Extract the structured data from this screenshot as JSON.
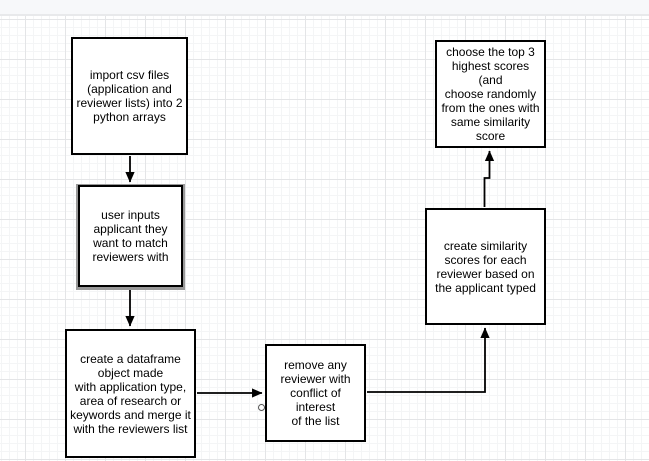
{
  "app": {
    "topbar_text": ""
  },
  "diagram": {
    "nodes": [
      {
        "id": "import-csv",
        "label": "import csv files\n(application and\nreviewer lists) into 2\npython arrays"
      },
      {
        "id": "user-input",
        "label": "user inputs\napplicant they\nwant to match\nreviewers with"
      },
      {
        "id": "create-dataframe",
        "label": "create a dataframe\nobject made\nwith application type,\narea of research or\nkeywords and merge it\nwith the reviewers list"
      },
      {
        "id": "remove-conflict",
        "label": "remove any\nreviewer with\nconflict of interest\nof the list"
      },
      {
        "id": "similarity-scores",
        "label": "create similarity\nscores for each\nreviewer based on\nthe applicant typed"
      },
      {
        "id": "choose-top3",
        "label": "choose the top 3\nhighest scores (and\nchoose randomly\nfrom the ones with\nsame similarity\nscore"
      }
    ],
    "edges": [
      {
        "from": "import-csv",
        "to": "user-input",
        "arrow": "filled-triangle"
      },
      {
        "from": "user-input",
        "to": "create-dataframe",
        "arrow": "filled-triangle"
      },
      {
        "from": "create-dataframe",
        "to": "remove-conflict",
        "arrow": "filled-triangle"
      },
      {
        "from": "remove-conflict",
        "to": "similarity-scores",
        "arrow": "filled-triangle"
      },
      {
        "from": "similarity-scores",
        "to": "choose-top3",
        "arrow": "filled-triangle"
      }
    ]
  },
  "colors": {
    "node_border": "#000000",
    "node_fill": "#ffffff",
    "node_text": "#000000",
    "selected_node_shadow": "#999999",
    "edge_stroke": "#000000",
    "grid_minor": "#f4f5f6",
    "grid_major": "#e4e5e7",
    "topbar_bg": "#f7f8fa",
    "canvas_bg": "#ffffff"
  }
}
